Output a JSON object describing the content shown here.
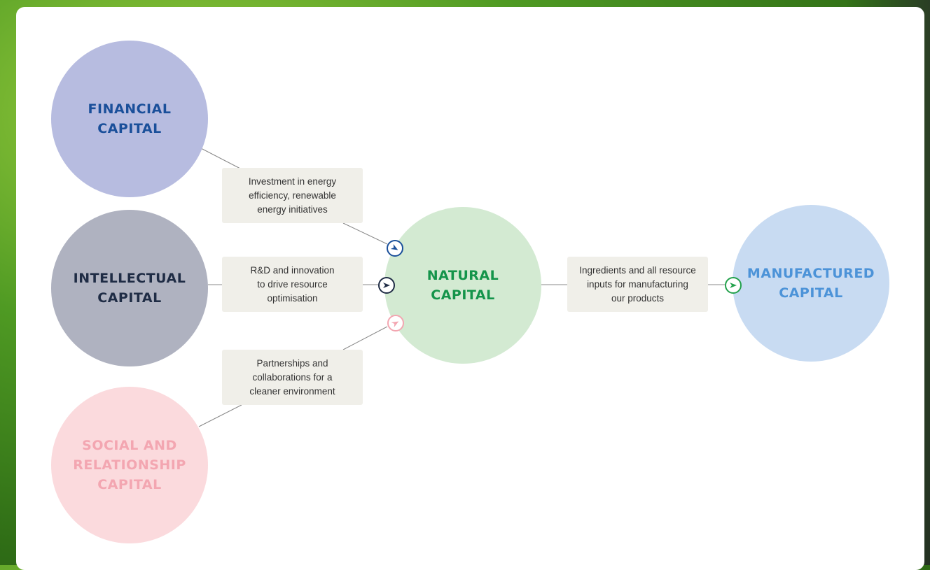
{
  "nodes": {
    "financial": {
      "label": "FINANCIAL\nCAPITAL",
      "color": "#1a4f9a",
      "fill": "#b7bce0"
    },
    "intellectual": {
      "label": "INTELLECTUAL\nCAPITAL",
      "color": "#1f2c45",
      "fill": "#afb2c0"
    },
    "social": {
      "label": "SOCIAL AND\nRELATIONSHIP\nCAPITAL",
      "color": "#f3a6b1",
      "fill": "#fbdadd"
    },
    "natural": {
      "label": "NATURAL\nCAPITAL",
      "color": "#14944a",
      "fill": "#d3ead2"
    },
    "manufactured": {
      "label": "MANUFACTURED\nCAPITAL",
      "color": "#4c93d8",
      "fill": "#c8dbf2"
    }
  },
  "flows": {
    "financial_to_natural": "Investment in energy\nefficiency, renewable\nenergy initiatives",
    "intellectual_to_natural": "R&D and innovation\nto drive resource\noptimisation",
    "social_to_natural": "Partnerships and\ncollaborations for a\ncleaner environment",
    "natural_to_manufactured": "Ingredients and all resource\ninputs for manufacturing\nour products"
  },
  "icons": {
    "financial_arrow": "arrow-circle-icon",
    "intellectual_arrow": "arrow-circle-icon",
    "social_arrow": "arrow-circle-icon",
    "natural_arrow": "arrow-circle-icon"
  }
}
